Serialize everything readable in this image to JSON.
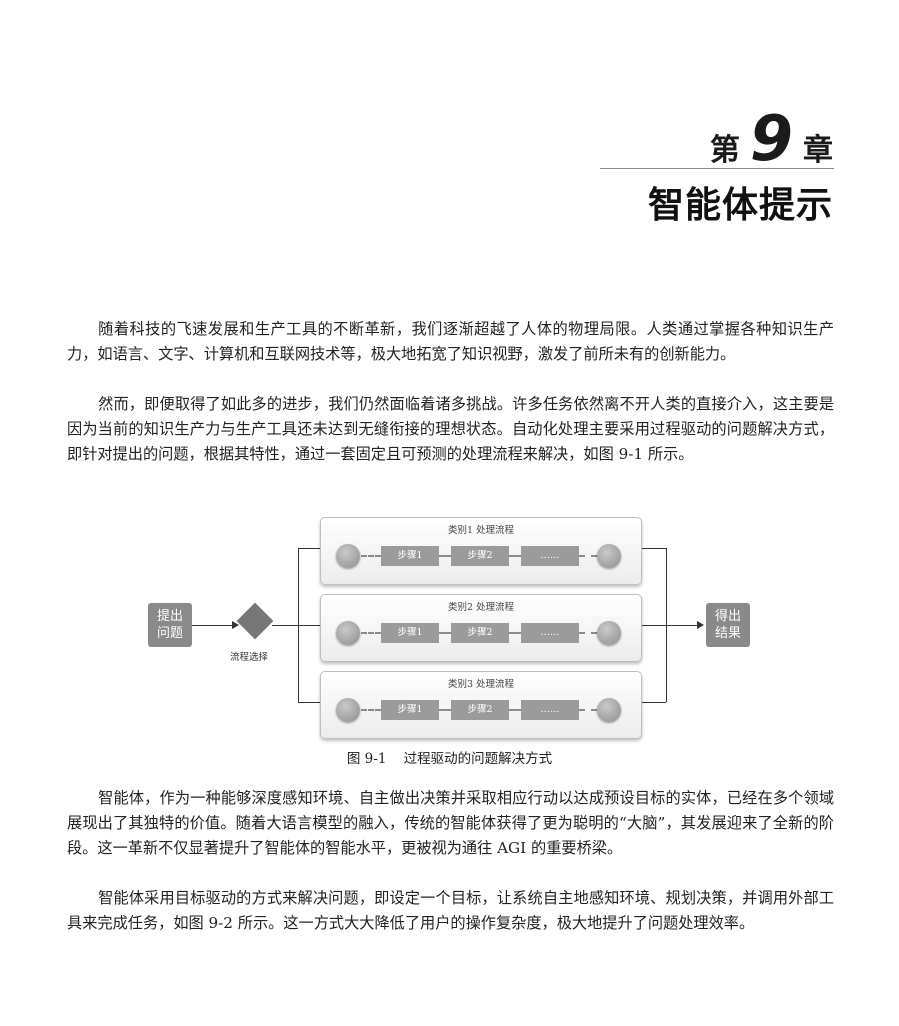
{
  "chapter": {
    "label_prefix": "第",
    "number": "9",
    "label_suffix": "章",
    "title": "智能体提示"
  },
  "paragraphs": [
    "随着科技的飞速发展和生产工具的不断革新，我们逐渐超越了人体的物理局限。人类通过掌握各种知识生产力，如语言、文字、计算机和互联网技术等，极大地拓宽了知识视野，激发了前所未有的创新能力。",
    "然而，即便取得了如此多的进步，我们仍然面临着诸多挑战。许多任务依然离不开人类的直接介入，这主要是因为当前的知识生产力与生产工具还未达到无缝衔接的理想状态。自动化处理主要采用过程驱动的问题解决方式，即针对提出的问题，根据其特性，通过一套固定且可预测的处理流程来解决，如图 9-1 所示。",
    "智能体，作为一种能够深度感知环境、自主做出决策并采取相应行动以达成预设目标的实体，已经在多个领域展现出了其独特的价值。随着大语言模型的融入，传统的智能体获得了更为聪明的“大脑”，其发展迎来了全新的阶段。这一革新不仅显著提升了智能体的智能水平，更被视为通往 AGI 的重要桥梁。",
    "智能体采用目标驱动的方式来解决问题，即设定一个目标，让系统自主地感知环境、规划决策，并调用外部工具来完成任务，如图 9-2 所示。这一方式大大降低了用户的操作复杂度，极大地提升了问题处理效率。"
  ],
  "figure": {
    "input_box": "提出\n问题",
    "decision_label": "流程选择",
    "output_box": "得出\n结果",
    "lanes": [
      {
        "title": "类别1  处理流程",
        "steps": [
          "步骤1",
          "步骤2",
          "……"
        ]
      },
      {
        "title": "类别2  处理流程",
        "steps": [
          "步骤1",
          "步骤2",
          "……"
        ]
      },
      {
        "title": "类别3  处理流程",
        "steps": [
          "步骤1",
          "步骤2",
          "……"
        ]
      }
    ],
    "caption": "图 9-1    过程驱动的问题解决方式"
  }
}
